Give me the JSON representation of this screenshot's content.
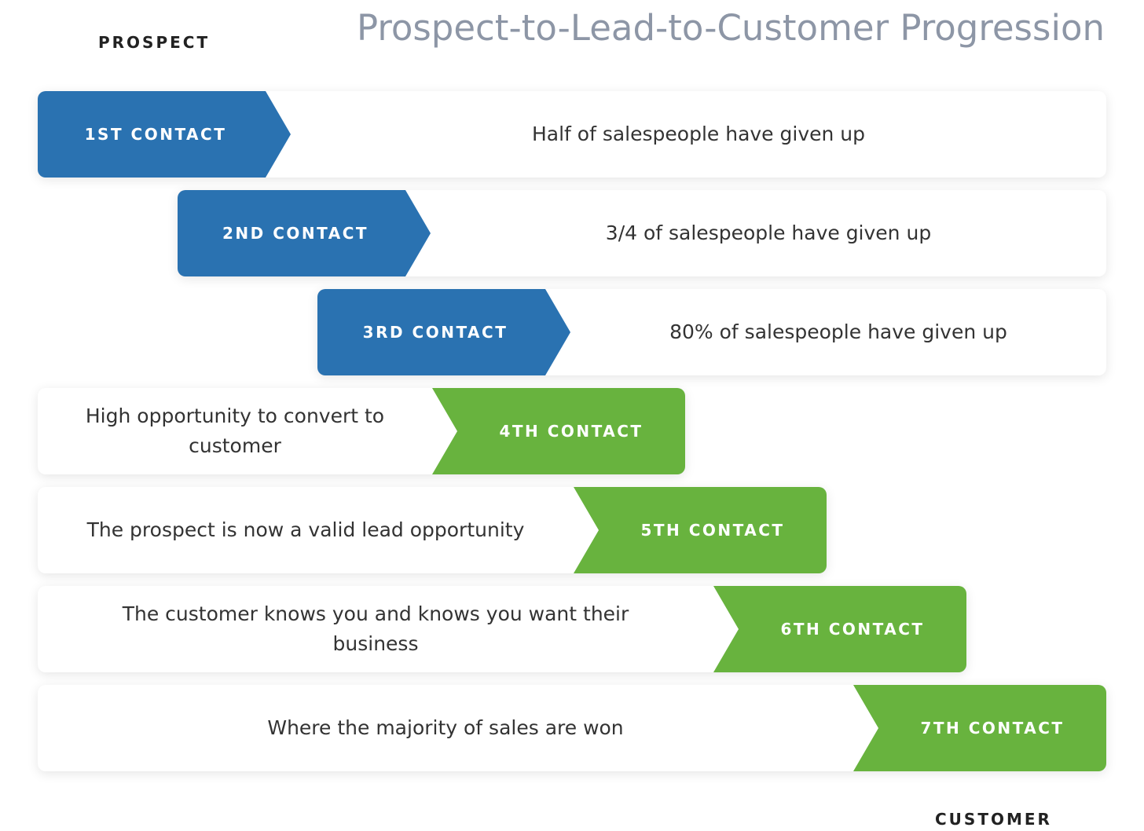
{
  "title": "Prospect-to-Lead-to-Customer Progression",
  "start_label": "PROSPECT",
  "end_label": "CUSTOMER",
  "colors": {
    "blue": "#2a72b1",
    "green": "#68b33e",
    "title": "#8d96a6"
  },
  "steps": [
    {
      "label": "1ST CONTACT",
      "text": "Half of salespeople have given up",
      "color": "blue"
    },
    {
      "label": "2ND CONTACT",
      "text": "3/4 of salespeople have given up",
      "color": "blue"
    },
    {
      "label": "3RD CONTACT",
      "text": "80% of salespeople have given up",
      "color": "blue"
    },
    {
      "label": "4TH CONTACT",
      "text": "High opportunity to convert to customer",
      "color": "green"
    },
    {
      "label": "5TH CONTACT",
      "text": "The prospect is now a valid lead opportunity",
      "color": "green"
    },
    {
      "label": "6TH CONTACT",
      "text": "The customer knows you and knows you want their business",
      "color": "green"
    },
    {
      "label": "7TH CONTACT",
      "text": "Where the majority of sales are won",
      "color": "green"
    }
  ]
}
